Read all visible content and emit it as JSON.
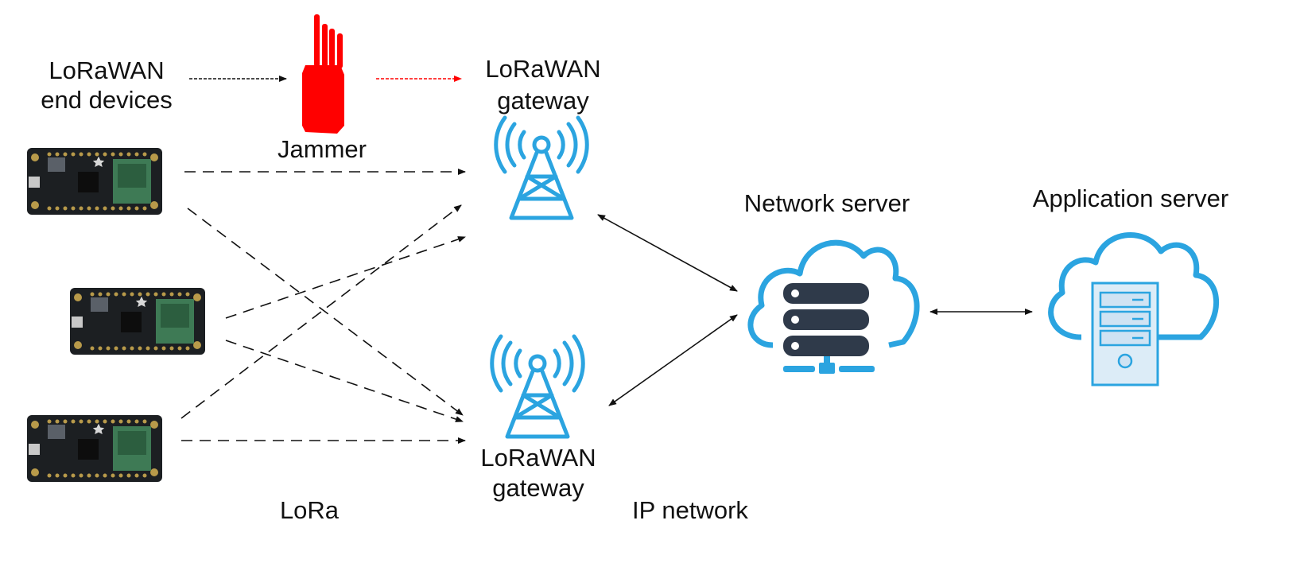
{
  "labels": {
    "end_devices_line1": "LoRaWAN",
    "end_devices_line2": "end devices",
    "jammer": "Jammer",
    "gateway_top_line1": "LoRaWAN",
    "gateway_top_line2": "gateway",
    "gateway_bottom_line1": "LoRaWAN",
    "gateway_bottom_line2": "gateway",
    "network_server": "Network server",
    "application_server": "Application server",
    "lora": "LoRa",
    "ip_network": "IP network"
  },
  "colors": {
    "accent": "#2ba4e0",
    "jammer": "#ff0000",
    "server_dark": "#2f3a4a",
    "app_server_fill": "#dcecf7"
  },
  "icons": [
    "circuit-board-icon",
    "jammer-icon",
    "radio-tower-icon",
    "cloud-server-icon",
    "cloud-app-server-icon"
  ]
}
